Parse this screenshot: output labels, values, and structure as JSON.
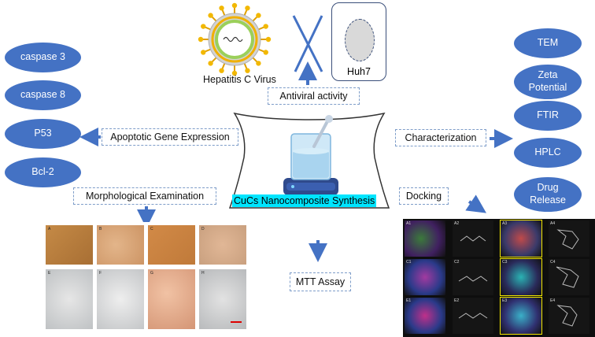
{
  "virus_label": "Hepatitis C Virus",
  "cell_label": "Huh7",
  "center_label": "CuCs Nanocomposite Synthesis",
  "boxes": {
    "antiviral": "Antiviral activity",
    "apoptotic": "Apoptotic Gene Expression",
    "characterization": "Characterization",
    "morphological": "Morphological Examination",
    "docking": "Docking",
    "mtt": "MTT Assay"
  },
  "genes": [
    "caspase 3",
    "caspase 8",
    "P53",
    "Bcl-2"
  ],
  "characterization_items": [
    "TEM",
    "Zeta\nPotential",
    "FTIR",
    "HPLC",
    "Drug\nRelease"
  ],
  "micro_labels": [
    "A",
    "B",
    "C",
    "D",
    "E",
    "F",
    "G",
    "H"
  ],
  "dock_labels": [
    "A1",
    "A2",
    "A3",
    "A4",
    "C1",
    "C2",
    "C3",
    "C4",
    "E1",
    "E2",
    "E3",
    "E4"
  ],
  "colors": {
    "node_blue": "#4472c4",
    "arrow_blue": "#4472c4",
    "dashed_border": "#7e9dc9",
    "highlight_cyan": "#00e5ff",
    "dock_highlight": "#f2e600"
  }
}
